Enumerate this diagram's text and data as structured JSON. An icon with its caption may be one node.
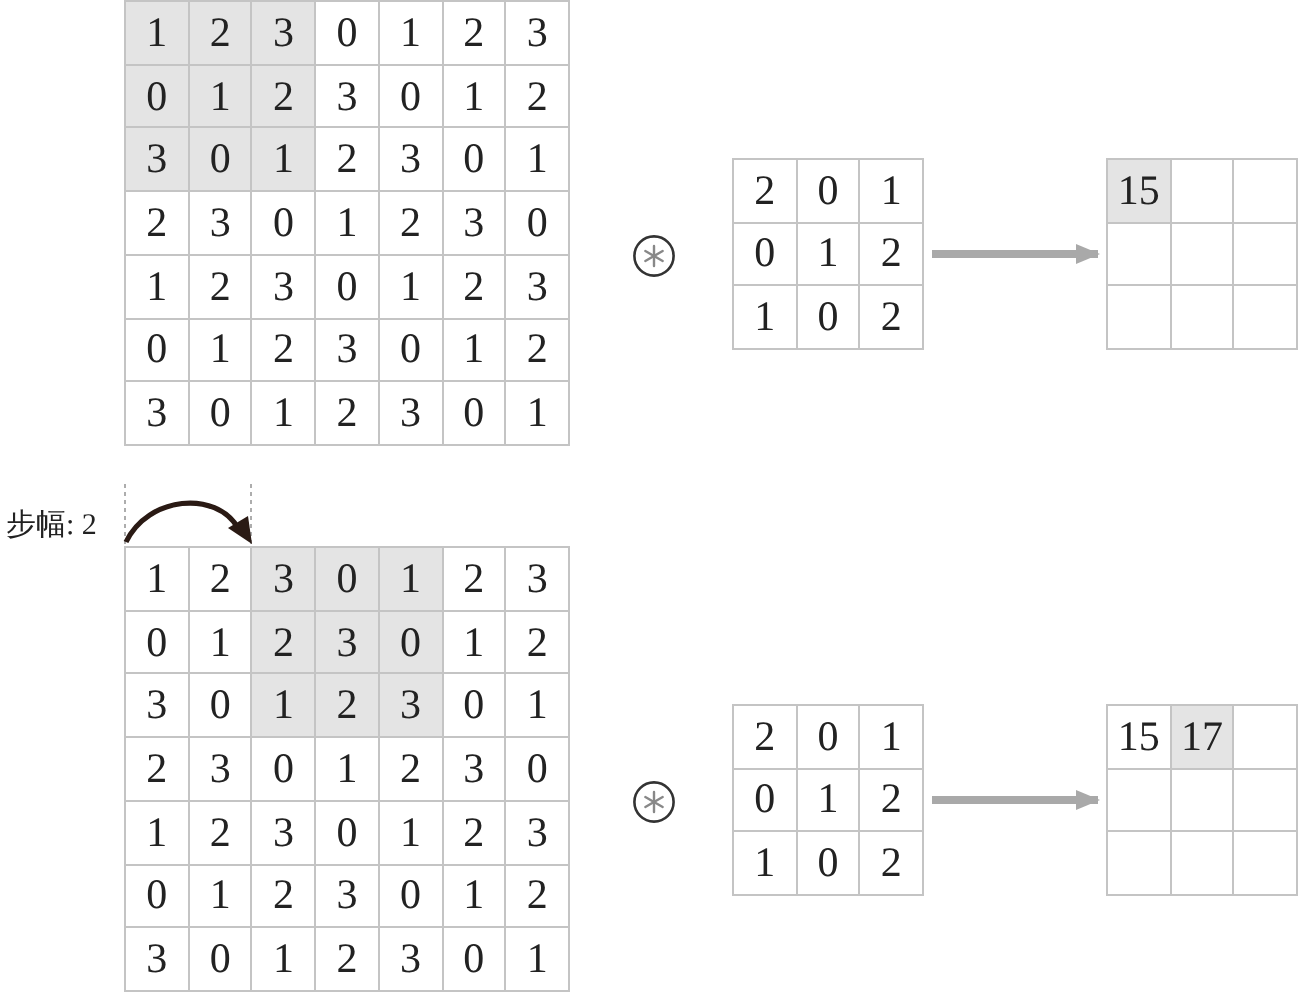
{
  "diagram": {
    "nodes": [
      {
        "text": [
          "1",
          "2",
          "3",
          "0",
          "1",
          "2",
          "3",
          "0",
          "1",
          "2",
          "3",
          "0",
          "1",
          "2",
          "3",
          "0",
          "1",
          "2",
          "3",
          "0",
          "1",
          "2",
          "3",
          "0",
          "1",
          "2",
          "3",
          "0",
          "1",
          "2",
          "3",
          "0",
          "1",
          "2",
          "3",
          "0",
          "1",
          "2",
          "3",
          "0",
          "1",
          "2",
          "3",
          "0",
          "1",
          "2",
          "3",
          "0",
          "1"
        ]
      },
      {
        "text": [
          "2",
          "0",
          "1",
          "0",
          "1",
          "2",
          "1",
          "0",
          "2"
        ]
      },
      {
        "text": [
          "15"
        ]
      },
      {
        "text": [
          "1",
          "2",
          "3",
          "0",
          "1",
          "2",
          "3",
          "0",
          "1",
          "2",
          "3",
          "0",
          "1",
          "2",
          "3",
          "0",
          "1",
          "2",
          "3",
          "0",
          "1",
          "2",
          "3",
          "0",
          "1",
          "2",
          "3",
          "0",
          "1",
          "2",
          "3",
          "0",
          "1",
          "2",
          "3",
          "0",
          "1",
          "2",
          "3",
          "0",
          "1",
          "2",
          "3",
          "0",
          "1",
          "2",
          "3",
          "0",
          "1"
        ]
      },
      {
        "text": [
          "2",
          "0",
          "1",
          "0",
          "1",
          "2",
          "1",
          "0",
          "2"
        ]
      },
      {
        "text": [
          "15",
          "17"
        ]
      }
    ],
    "edges": [
      {
        "from": 1,
        "to": 2,
        "arrow": "to"
      },
      {
        "from": 4,
        "to": 5,
        "arrow": "to"
      }
    ],
    "labels": [
      "步幅: 2"
    ]
  }
}
